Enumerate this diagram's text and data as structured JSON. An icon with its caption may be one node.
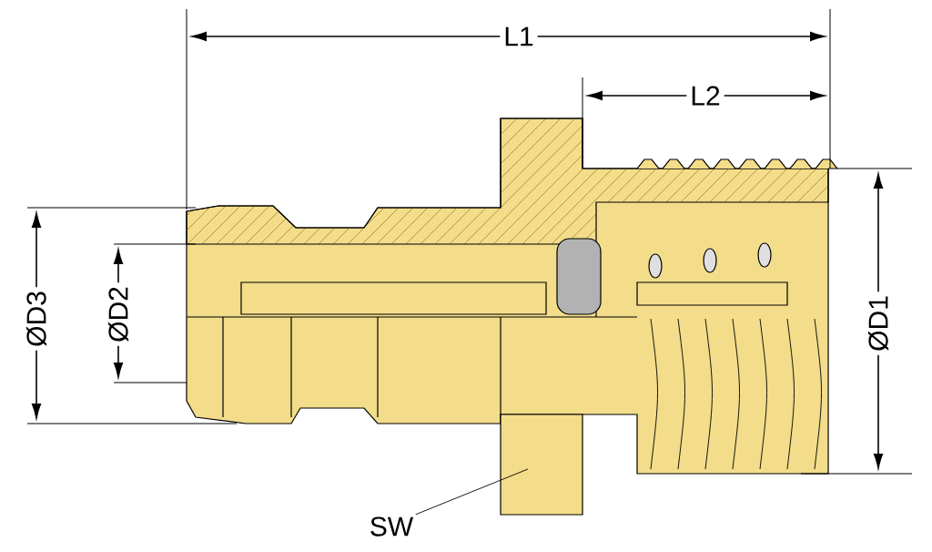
{
  "diagram": {
    "nodes": [
      {
        "text": [
          "SW"
        ]
      },
      {
        "text": [],
        "shape": "box"
      }
    ],
    "edges": [
      {
        "from": 0,
        "to": 1,
        "arrow": "none"
      }
    ],
    "labels": [
      "L1",
      "L2",
      "ØD3",
      "ØD2",
      "ØD1"
    ]
  }
}
